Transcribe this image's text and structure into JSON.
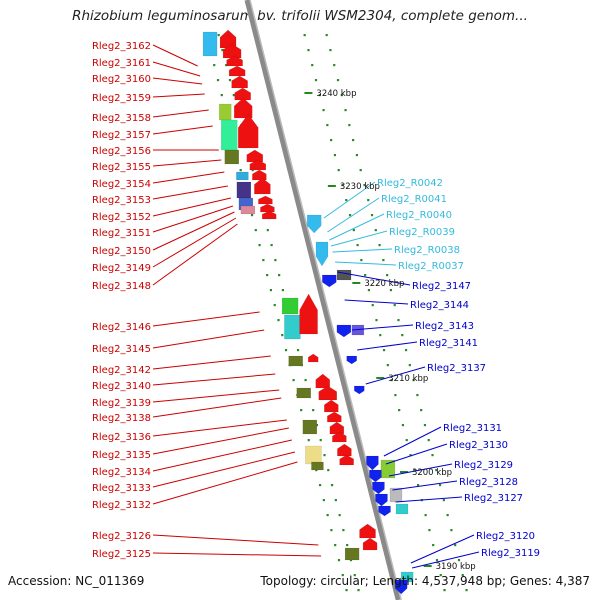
{
  "title": "Rhizobium leguminosarum bv. trifolii WSM2304, complete genom...",
  "accession": "Accession: NC_011369",
  "summary": "Topology: circular; Length: 4,537,948 bp; Genes: 4,387",
  "colors": {
    "backbone": "#8a8a8a",
    "left_label": "#cc0000",
    "right_label_trna": "#33bbdd",
    "right_label_gene": "#0000cc",
    "ruler_tick": "#228822",
    "kbp_text": "#111111"
  },
  "ruler": [
    {
      "label": "3240 kbp"
    },
    {
      "label": "3230 kbp"
    },
    {
      "label": "3220 kbp"
    },
    {
      "label": "3210 kbp"
    },
    {
      "label": "3200 kbp"
    },
    {
      "label": "3190 kbp"
    }
  ],
  "left_labels": [
    "Rleg2_3162",
    "Rleg2_3161",
    "Rleg2_3160",
    "Rleg2_3159",
    "Rleg2_3158",
    "Rleg2_3157",
    "Rleg2_3156",
    "Rleg2_3155",
    "Rleg2_3154",
    "Rleg2_3153",
    "Rleg2_3152",
    "Rleg2_3151",
    "Rleg2_3150",
    "Rleg2_3149",
    "Rleg2_3148",
    "Rleg2_3146",
    "Rleg2_3145",
    "Rleg2_3142",
    "Rleg2_3140",
    "Rleg2_3139",
    "Rleg2_3138",
    "Rleg2_3136",
    "Rleg2_3135",
    "Rleg2_3134",
    "Rleg2_3133",
    "Rleg2_3132",
    "Rleg2_3126",
    "Rleg2_3125"
  ],
  "right_labels": [
    {
      "text": "Rleg2_R0042",
      "kind": "trna"
    },
    {
      "text": "Rleg2_R0041",
      "kind": "trna"
    },
    {
      "text": "Rleg2_R0040",
      "kind": "trna"
    },
    {
      "text": "Rleg2_R0039",
      "kind": "trna"
    },
    {
      "text": "Rleg2_R0038",
      "kind": "trna"
    },
    {
      "text": "Rleg2_R0037",
      "kind": "trna"
    },
    {
      "text": "Rleg2_3147",
      "kind": "gene"
    },
    {
      "text": "Rleg2_3144",
      "kind": "gene"
    },
    {
      "text": "Rleg2_3143",
      "kind": "gene"
    },
    {
      "text": "Rleg2_3141",
      "kind": "gene"
    },
    {
      "text": "Rleg2_3137",
      "kind": "gene"
    },
    {
      "text": "Rleg2_3131",
      "kind": "gene"
    },
    {
      "text": "Rleg2_3130",
      "kind": "gene"
    },
    {
      "text": "Rleg2_3129",
      "kind": "gene"
    },
    {
      "text": "Rleg2_3128",
      "kind": "gene"
    },
    {
      "text": "Rleg2_3127",
      "kind": "gene"
    },
    {
      "text": "Rleg2_3120",
      "kind": "gene"
    },
    {
      "text": "Rleg2_3119",
      "kind": "gene"
    }
  ]
}
